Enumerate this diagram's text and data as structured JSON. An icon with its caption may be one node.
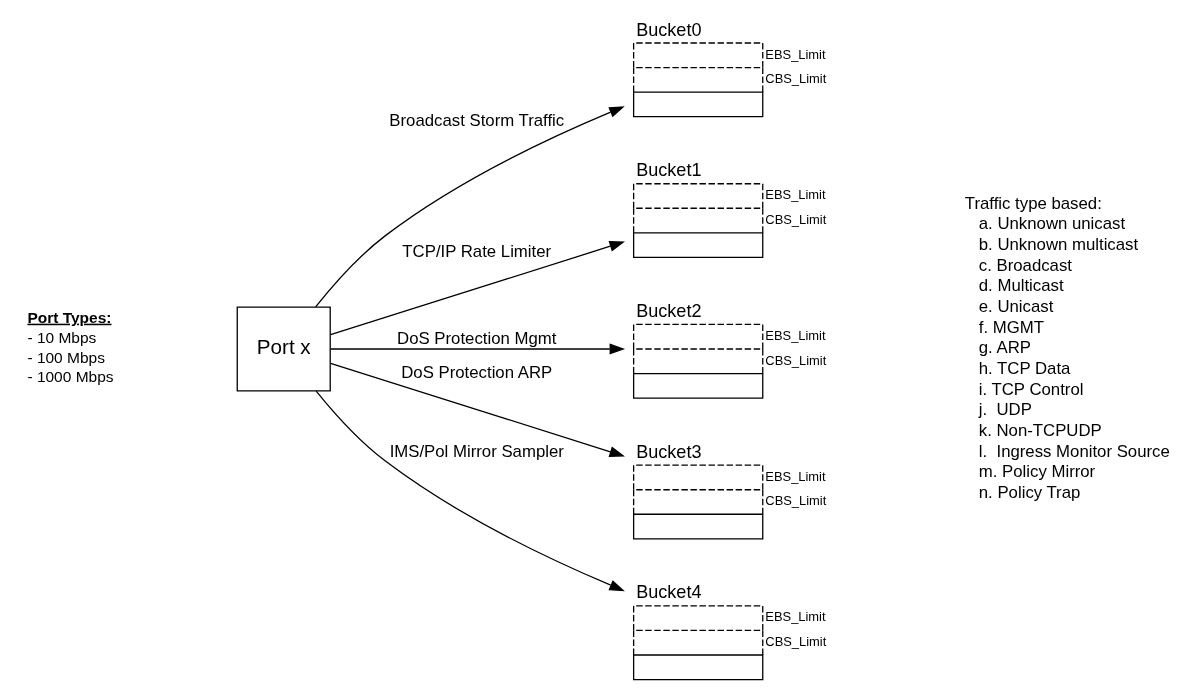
{
  "diagram": {
    "nodes": [
      {
        "text": [
          "Port x"
        ]
      },
      {
        "text": [
          "Bucket0"
        ],
        "beside": [
          "EBS_Limit",
          "CBS_Limit"
        ]
      },
      {
        "text": [
          "Bucket1"
        ],
        "beside": [
          "EBS_Limit",
          "CBS_Limit"
        ]
      },
      {
        "text": [
          "Bucket2"
        ],
        "beside": [
          "EBS_Limit",
          "CBS_Limit"
        ]
      },
      {
        "text": [
          "Bucket3"
        ],
        "beside": [
          "EBS_Limit",
          "CBS_Limit"
        ]
      },
      {
        "text": [
          "Bucket4"
        ],
        "beside": [
          "EBS_Limit",
          "CBS_Limit"
        ]
      }
    ],
    "edges": [
      {
        "from": 0,
        "to": 1,
        "arrow": "to",
        "label": "Broadcast Storm Traffic"
      },
      {
        "from": 0,
        "to": 2,
        "arrow": "to",
        "label": "TCP/IP Rate Limiter"
      },
      {
        "from": 0,
        "to": 3,
        "arrow": "to",
        "label": "DoS Protection Mgmt"
      },
      {
        "from": 0,
        "to": 4,
        "arrow": "to",
        "label": "DoS Protection ARP"
      },
      {
        "from": 0,
        "to": 5,
        "arrow": "to",
        "label": "IMS/Pol Mirror Sampler"
      }
    ],
    "labels": [
      "Port Types:",
      "- 10 Mbps",
      "- 100 Mbps",
      "- 1000 Mbps",
      "Traffic type based:",
      "a. Unknown unicast",
      "b. Unknown multicast",
      "c. Broadcast",
      "d. Multicast",
      "e. Unicast",
      "f. MGMT",
      "g. ARP",
      "h. TCP Data",
      "i. TCP Control",
      "j.  UDP",
      "k. Non-TCPUDP",
      "l.  Ingress Monitor Source",
      "m. Policy Mirror",
      "n. Policy Trap"
    ]
  }
}
